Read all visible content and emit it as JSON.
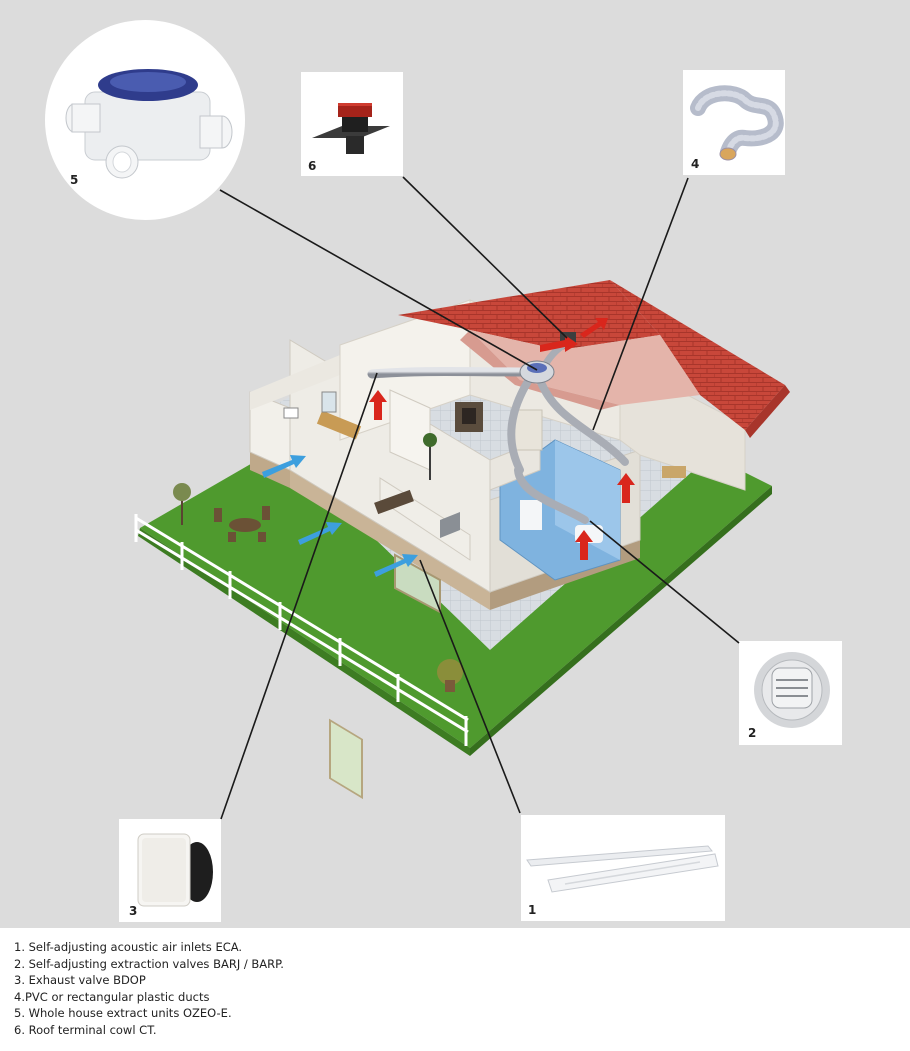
{
  "callouts": [
    {
      "num": "1",
      "product": "air-inlet-eca"
    },
    {
      "num": "2",
      "product": "extraction-valve"
    },
    {
      "num": "3",
      "product": "exhaust-valve-bdop"
    },
    {
      "num": "4",
      "product": "flexible-duct"
    },
    {
      "num": "5",
      "product": "extract-unit-ozeo"
    },
    {
      "num": "6",
      "product": "roof-cowl"
    }
  ],
  "legend": [
    "1. Self-adjusting acoustic air inlets ECA.",
    "2. Self-adjusting extraction valves BARJ / BARP.",
    "3. Exhaust valve BDOP",
    "4.PVC or rectangular plastic ducts",
    "5. Whole house extract units OZEO-E.",
    "6. Roof terminal cowl CT."
  ],
  "colors": {
    "background": "#dcdcdc",
    "lawn": "#4f9a2e",
    "roof_tiles": "#c8473a",
    "walls": "#eeece6",
    "bathroom": "#7fb3df",
    "supply_arrow": "#3d9fde",
    "extract_arrow": "#d9261c",
    "leader_line": "#1a1a1a"
  }
}
